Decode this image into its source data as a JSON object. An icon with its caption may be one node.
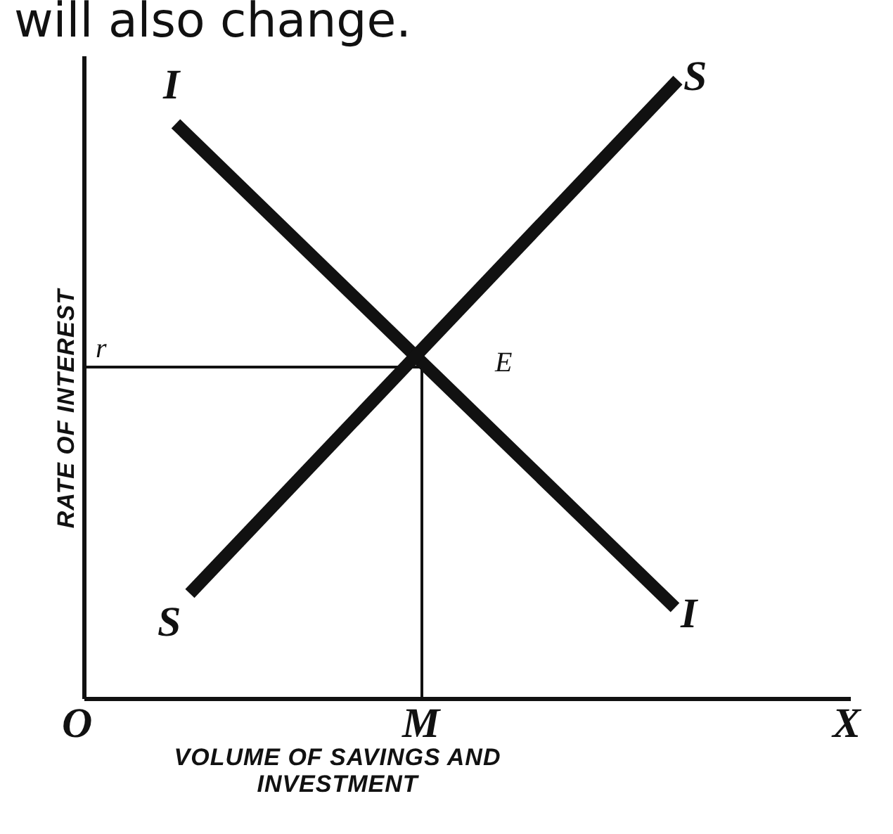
{
  "diagram": {
    "labels": [
      "will also change.",
      "I",
      "S",
      "RATE OF INTEREST",
      "r",
      "E",
      "S",
      "I",
      "O",
      "M",
      "X",
      "VOLUME OF SAVINGS AND INVESTMENT"
    ]
  }
}
